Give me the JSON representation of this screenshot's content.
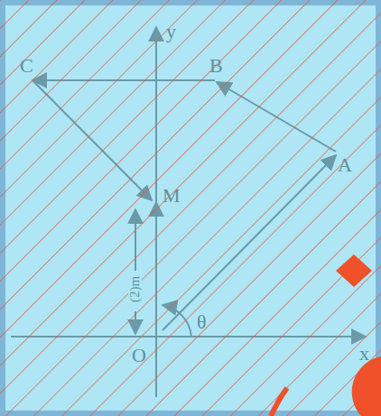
{
  "diagram": {
    "labels": [
      "y",
      "x",
      "O",
      "A",
      "B",
      "C",
      "M",
      "θ",
      "(2)m"
    ]
  }
}
